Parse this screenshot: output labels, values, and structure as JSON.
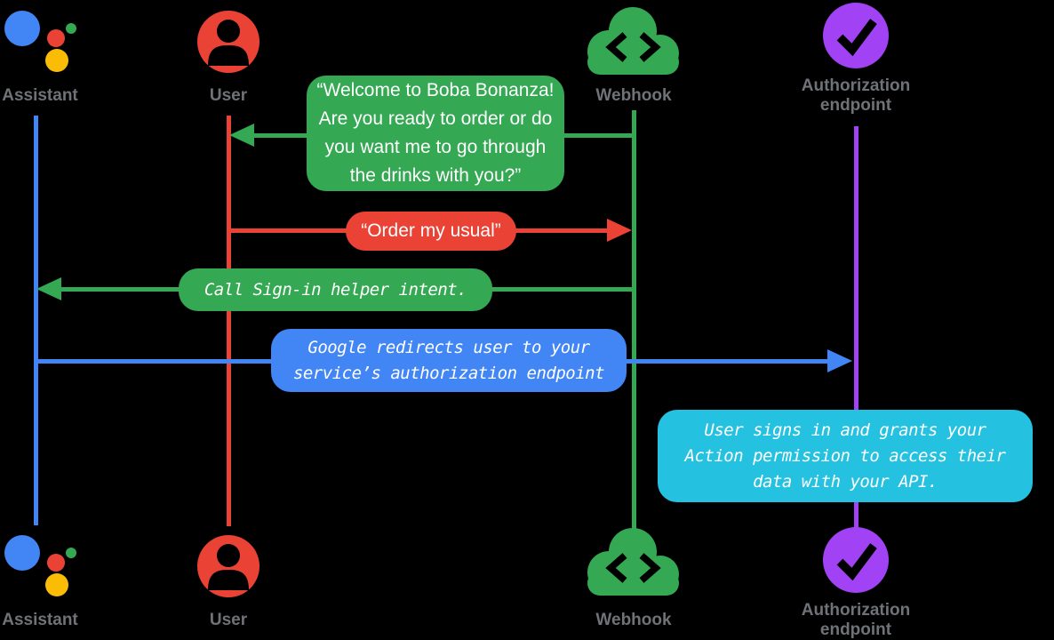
{
  "actors": [
    {
      "id": "assistant",
      "label": "Assistant",
      "color": "#4285F4",
      "icon": "google-assistant-logo"
    },
    {
      "id": "user",
      "label": "User",
      "color": "#EA4335",
      "icon": "person-circle"
    },
    {
      "id": "webhook",
      "label": "Webhook",
      "color": "#34A853",
      "icon": "cloud-code"
    },
    {
      "id": "auth",
      "label": "Authorization\nendpoint",
      "color": "#A142F4",
      "icon": "check-circle"
    }
  ],
  "messages": [
    {
      "from": "webhook",
      "to": "user",
      "style": "speech",
      "color": "#34A853",
      "text": "“Welcome to Boba Bonanza!\nAre you ready to order or do\nyou want me to go through\nthe drinks with you?”"
    },
    {
      "from": "user",
      "to": "webhook",
      "style": "speech",
      "color": "#EA4335",
      "text": "“Order my usual”"
    },
    {
      "from": "webhook",
      "to": "assistant",
      "style": "code",
      "color": "#34A853",
      "text": "Call Sign-in helper intent."
    },
    {
      "from": "assistant",
      "to": "auth",
      "style": "code",
      "color": "#4285F4",
      "text": "Google redirects user to your\nservice’s authorization endpoint"
    },
    {
      "over": "auth",
      "style": "code-note",
      "color": "#24C1E0",
      "text": "User signs in and grants your\nAction permission to access their\ndata with your API."
    }
  ],
  "colors": {
    "assistant_blue": "#4285F4",
    "user_red": "#EA4335",
    "webhook_green": "#34A853",
    "auth_purple": "#A142F4",
    "note_cyan": "#24C1E0",
    "logo_yellow": "#FBBC05",
    "label_gray": "#6f7276",
    "bubble_text": "#ffffff",
    "background": "#000000"
  }
}
